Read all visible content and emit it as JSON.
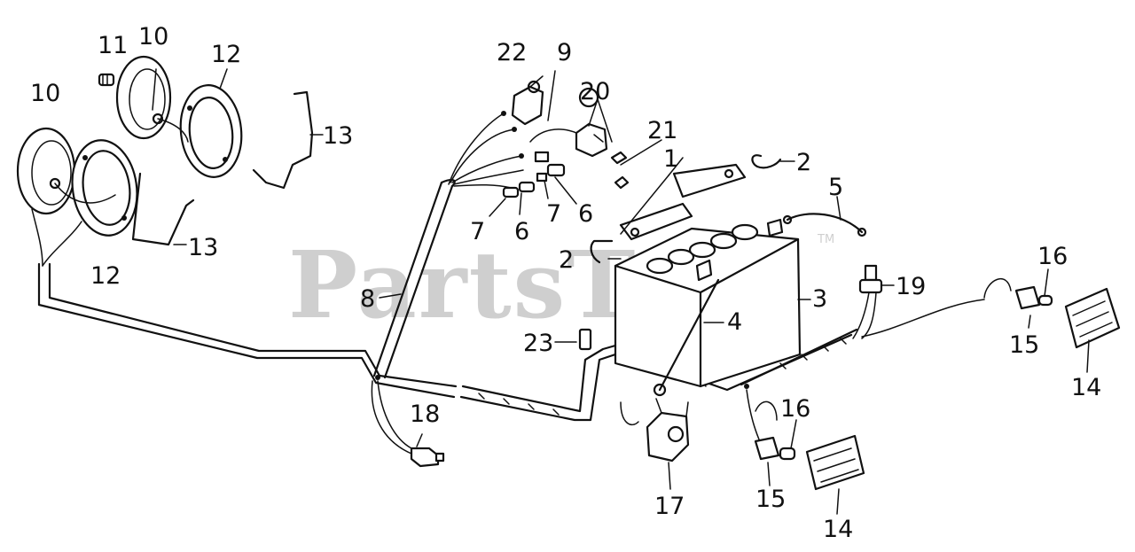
{
  "watermark": {
    "text": "PartsTree",
    "trademark": "TM"
  },
  "callouts": {
    "c10a": "10",
    "c10b": "10",
    "c11": "11",
    "c12a": "12",
    "c12b": "12",
    "c13a": "13",
    "c13b": "13",
    "c22": "22",
    "c9": "9",
    "c20": "20",
    "c21": "21",
    "c1": "1",
    "c2a": "2",
    "c2b": "2",
    "c5": "5",
    "c6a": "6",
    "c6b": "6",
    "c7a": "7",
    "c7b": "7",
    "c8": "8",
    "c3": "3",
    "c4": "4",
    "c23": "23",
    "c19": "19",
    "c16a": "16",
    "c16b": "16",
    "c15a": "15",
    "c15b": "15",
    "c14a": "14",
    "c14b": "14",
    "c18": "18",
    "c17": "17"
  }
}
